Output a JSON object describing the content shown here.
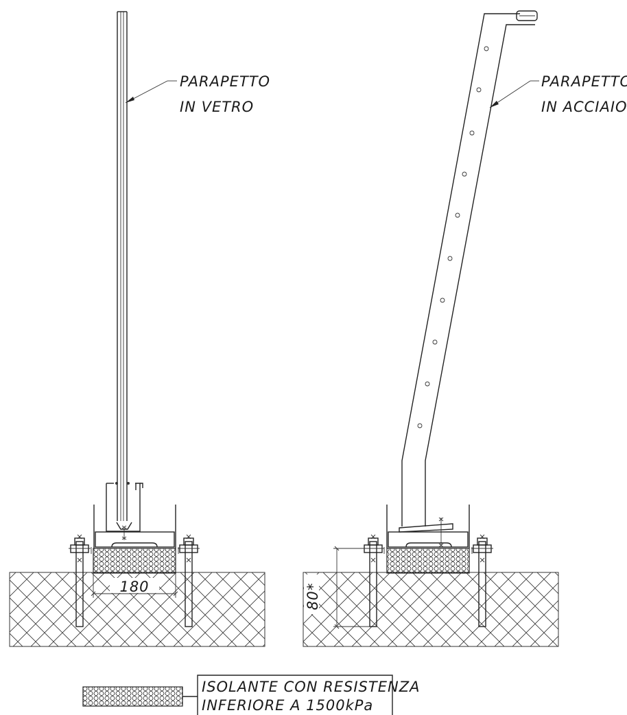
{
  "labels": {
    "glass_1": "PARAPETTO",
    "glass_2": "IN VETRO",
    "steel_1": "PARAPETTO",
    "steel_2": "IN ACCIAIO",
    "dim_width": "180",
    "dim_depth": "80*",
    "legend_1": "ISOLANTE CON RESISTENZA",
    "legend_2": "INFERIORE A 1500kPa"
  }
}
